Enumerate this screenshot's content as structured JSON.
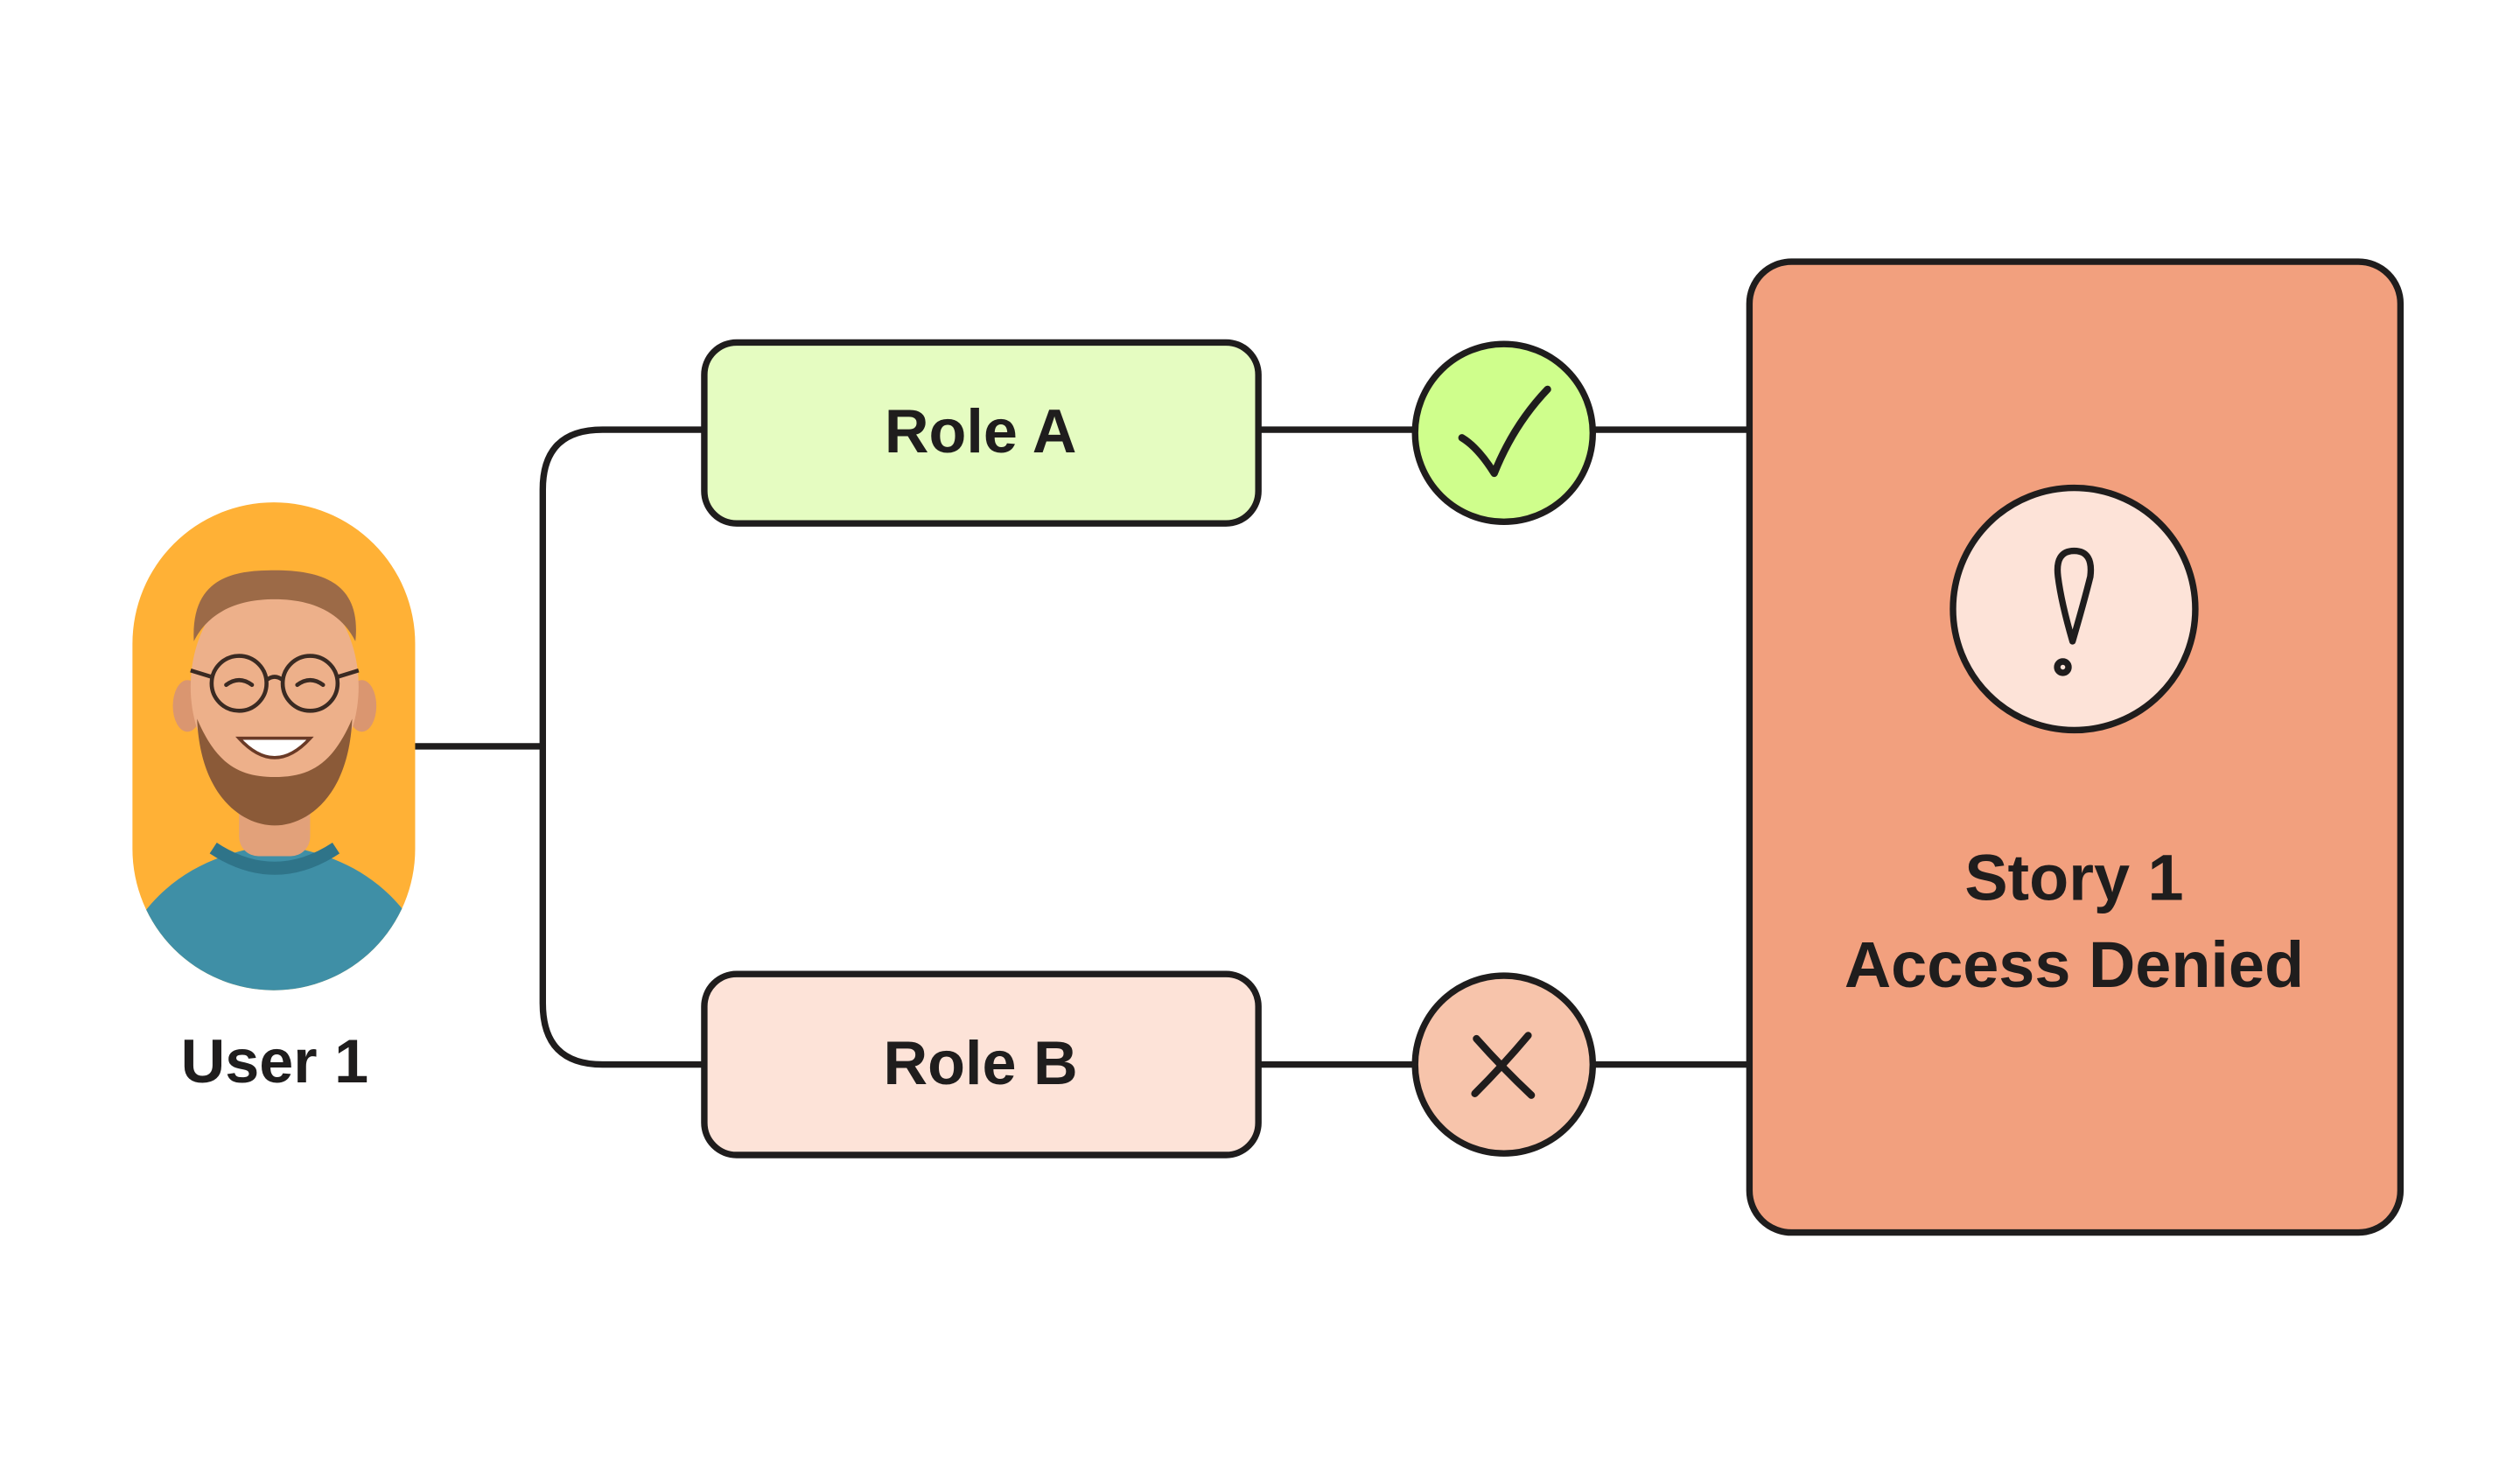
{
  "user": {
    "label": "User 1",
    "avatar_bg_color": "#FFB136"
  },
  "roles": [
    {
      "label": "Role A",
      "fill_color": "#E5FCC1",
      "status": "allowed",
      "status_icon": "checkmark-icon",
      "status_color": "#CFFE8C"
    },
    {
      "label": "Role B",
      "fill_color": "#FDE3D8",
      "status": "denied",
      "status_icon": "x-mark-icon",
      "status_color": "#F7C4AB"
    }
  ],
  "result": {
    "title": "Story 1",
    "subtitle": "Access Denied",
    "fill_color": "#F2A07E",
    "icon": "exclamation-icon",
    "icon_color": "#FDE3D8"
  },
  "colors": {
    "stroke": "#1f1d1d"
  }
}
